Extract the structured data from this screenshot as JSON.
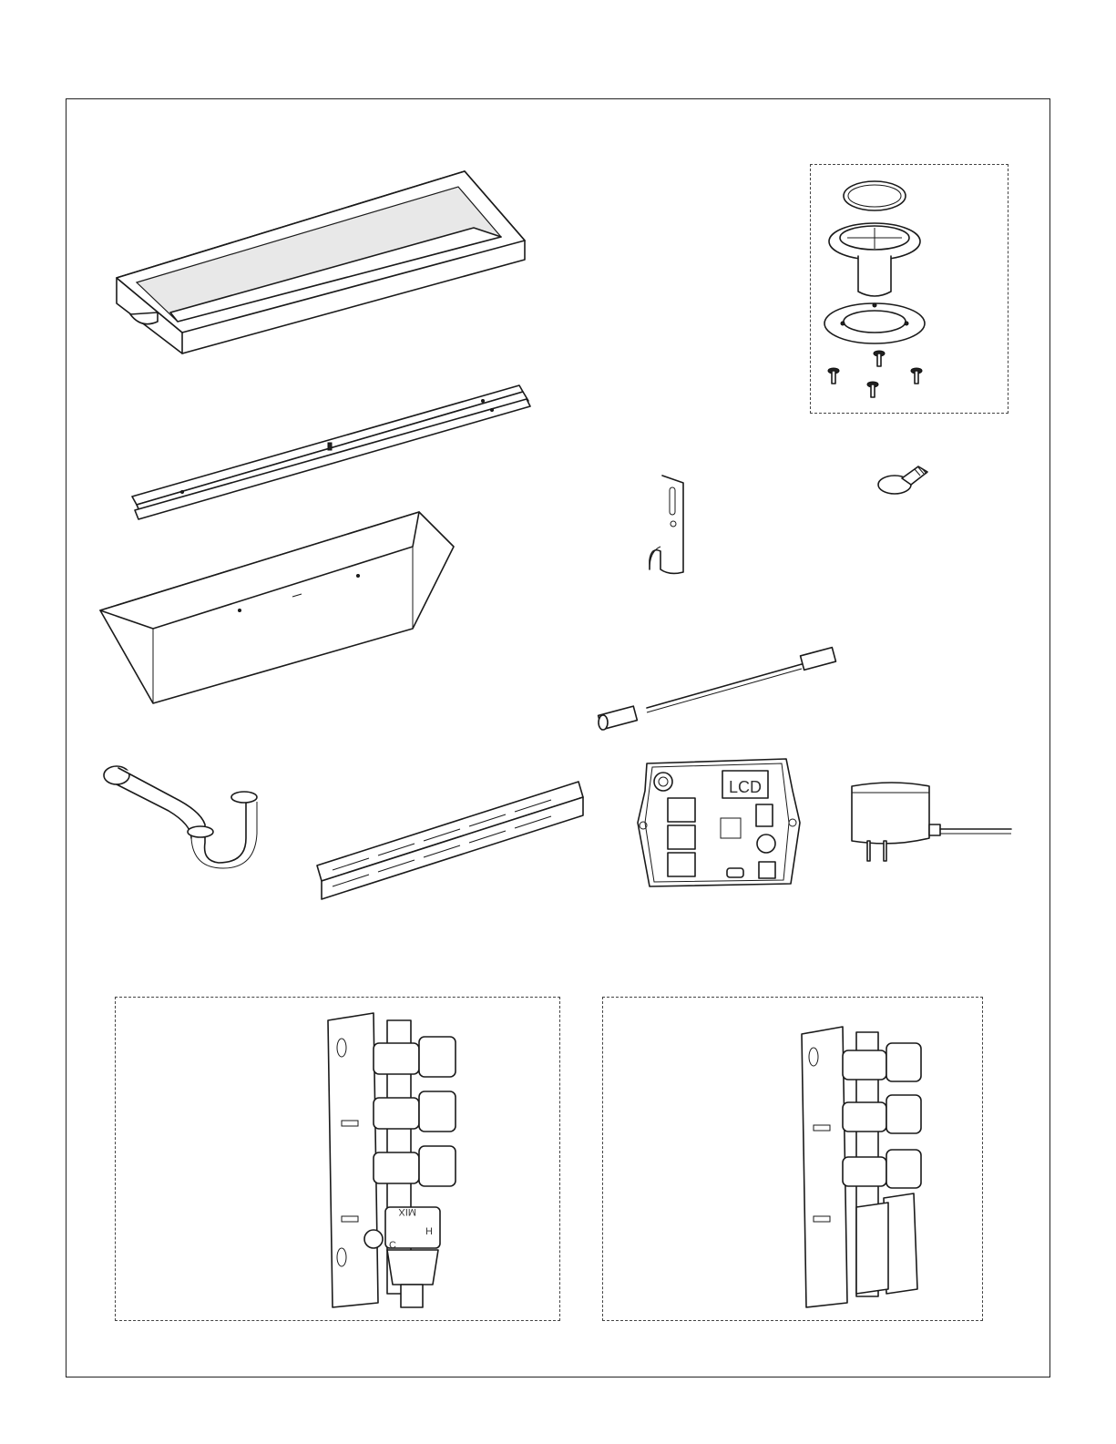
{
  "diagram": {
    "control_module": {
      "screen_label": "LCD"
    },
    "valve_assembly_with_mixer": {
      "mixer_label": "MIX",
      "hot_label": "H",
      "cold_label": "C"
    }
  }
}
